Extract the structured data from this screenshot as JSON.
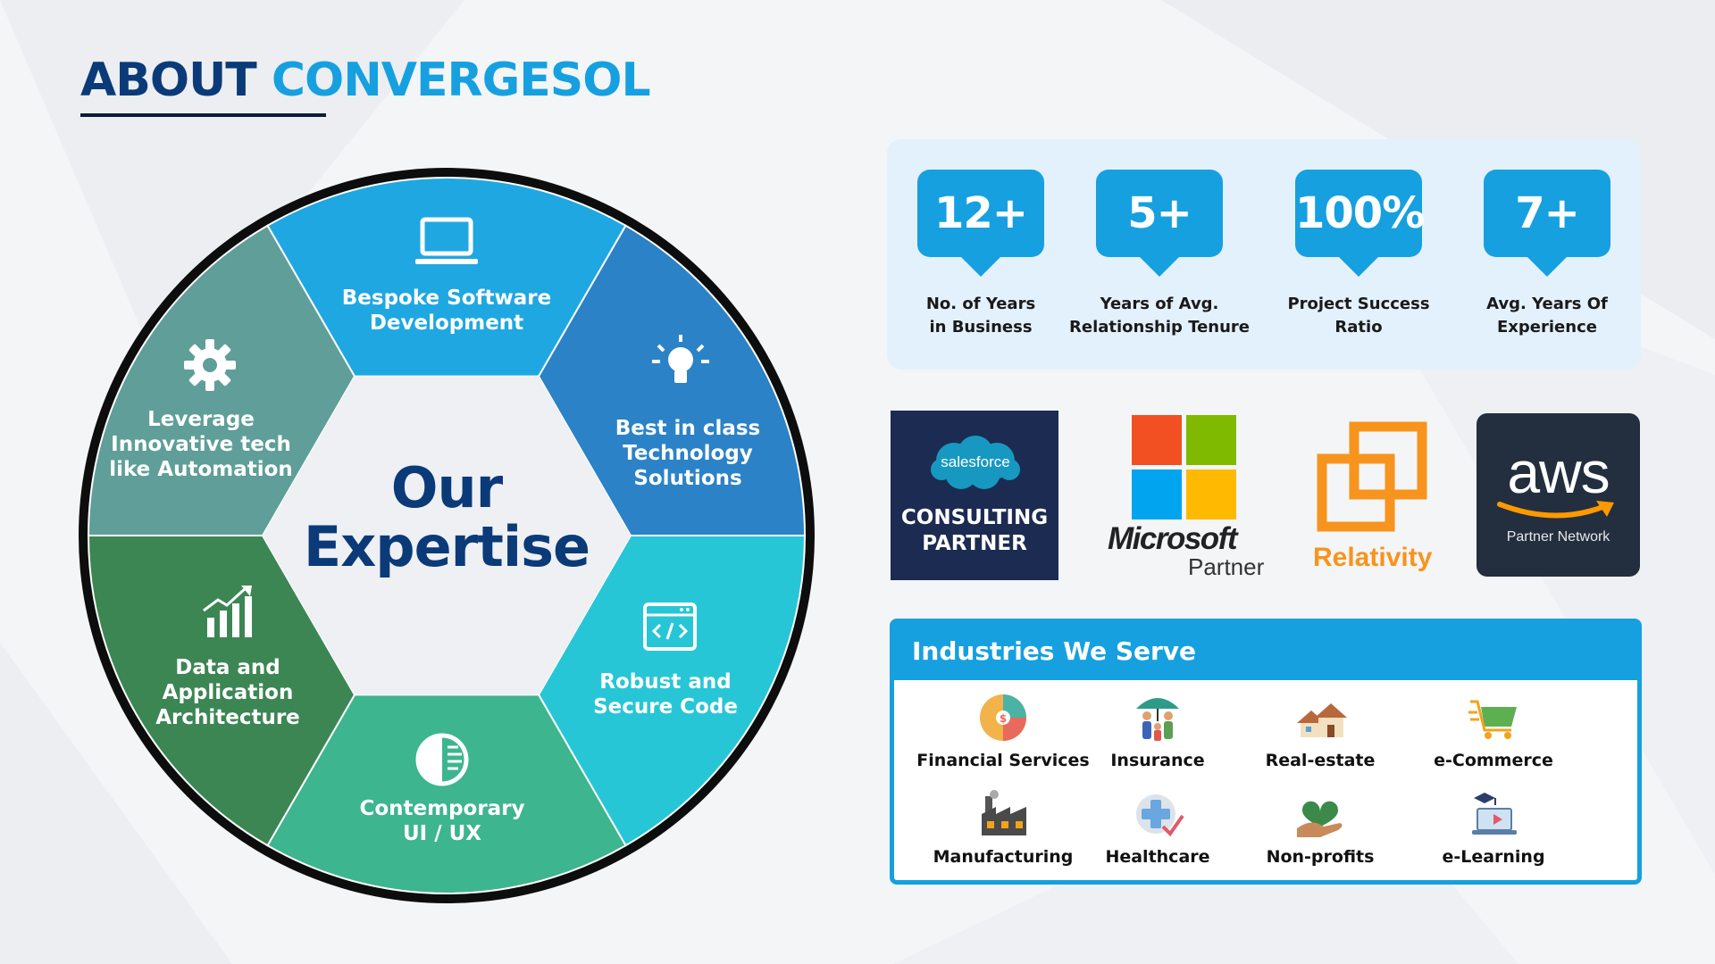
{
  "title": {
    "part1": "ABOUT",
    "part2": "CONVERGESOL"
  },
  "expertise": {
    "center": {
      "line1": "Our",
      "line2": "Expertise"
    },
    "segments": [
      {
        "line1": "Bespoke Software",
        "line2": "Development",
        "icon": "laptop-icon",
        "color": "#1fa7e2"
      },
      {
        "line1": "Best in class",
        "line2": "Technology",
        "line3": "Solutions",
        "icon": "lightbulb-icon",
        "color": "#2b82c6"
      },
      {
        "line1": "Robust and",
        "line2": "Secure Code",
        "icon": "code-window-icon",
        "color": "#27c6d6"
      },
      {
        "line1": "Contemporary",
        "line2": "UI / UX",
        "icon": "contrast-icon",
        "color": "#3db58f"
      },
      {
        "line1": "Data and",
        "line2": "Application",
        "line3": "Architecture",
        "icon": "growth-chart-icon",
        "color": "#3c8654"
      },
      {
        "line1": "Leverage",
        "line2": "Innovative tech",
        "line3": "like Automation",
        "icon": "gear-icon",
        "color": "#5f9e99"
      }
    ]
  },
  "stats": [
    {
      "value": "12+",
      "label1": "No. of Years",
      "label2": "in Business"
    },
    {
      "value": "5+",
      "label1": "Years of Avg.",
      "label2": "Relationship Tenure"
    },
    {
      "value": "100%",
      "label1": "Project Success",
      "label2": "Ratio"
    },
    {
      "value": "7+",
      "label1": "Avg. Years Of",
      "label2": "Experience"
    }
  ],
  "partners": {
    "salesforce": {
      "cloud_text": "salesforce",
      "caption1": "CONSULTING",
      "caption2": "PARTNER"
    },
    "microsoft": {
      "word": "Microsoft",
      "sub": "Partner"
    },
    "relativity": {
      "word": "Relativity"
    },
    "aws": {
      "word": "aws",
      "sub": "Partner Network"
    }
  },
  "industries": {
    "title": "Industries We Serve",
    "items": [
      {
        "label": "Financial Services",
        "icon": "finance-pie-icon"
      },
      {
        "label": "Insurance",
        "icon": "family-umbrella-icon"
      },
      {
        "label": "Real-estate",
        "icon": "houses-icon"
      },
      {
        "label": "e-Commerce",
        "icon": "shopping-cart-icon"
      },
      {
        "label": "Manufacturing",
        "icon": "factory-icon"
      },
      {
        "label": "Healthcare",
        "icon": "medical-cross-icon"
      },
      {
        "label": "Non-profits",
        "icon": "heart-hand-icon"
      },
      {
        "label": "e-Learning",
        "icon": "graduation-laptop-icon"
      }
    ]
  },
  "colors": {
    "navy": "#0b3a78",
    "accent": "#16a0e0",
    "panel": "#e3f1fc"
  }
}
